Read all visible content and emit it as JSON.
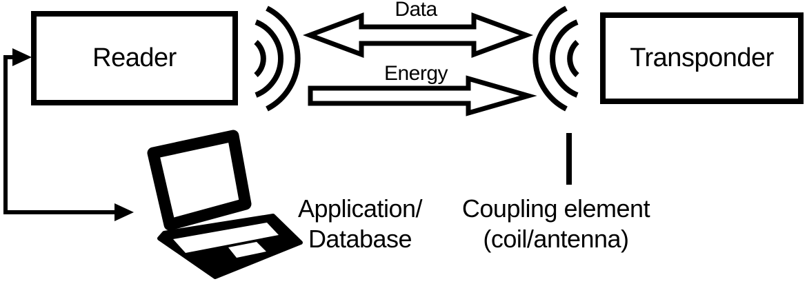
{
  "diagram": {
    "background": "#ffffff",
    "ink": "#000000",
    "nodes": {
      "reader": {
        "label": "Reader"
      },
      "transponder": {
        "label": "Transponder"
      }
    },
    "flows": {
      "data": {
        "label": "Data",
        "direction": "bidirectional"
      },
      "energy": {
        "label": "Energy",
        "direction": "reader-to-transponder"
      }
    },
    "annotations": {
      "application": {
        "line1": "Application/",
        "line2": "Database"
      },
      "coupling": {
        "line1": "Coupling element",
        "line2": "(coil/antenna)"
      }
    }
  }
}
